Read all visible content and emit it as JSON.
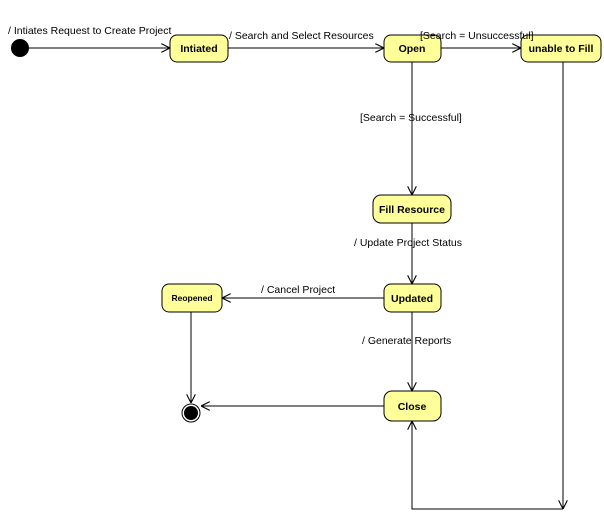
{
  "colors": {
    "state_fill": "#ffff99",
    "stroke": "#000000",
    "background": "#ffffff"
  },
  "states": {
    "intiated": "Intiated",
    "open": "Open",
    "unable_to_fill": "unable to Fill",
    "fill_resource": "Fill Resource",
    "updated": "Updated",
    "reopened": "Reopened",
    "close": "Close"
  },
  "transitions": {
    "initial_to_intiated": "/ Intiates Request to Create Project",
    "intiated_to_open": "/ Search and Select Resources",
    "open_to_unable": "[Search = Unsuccessful]",
    "open_to_fill": "[Search = Successful]",
    "fill_to_updated": "/ Update Project Status",
    "updated_to_reopened": "/ Cancel Project",
    "updated_to_close": "/ Generate Reports"
  }
}
